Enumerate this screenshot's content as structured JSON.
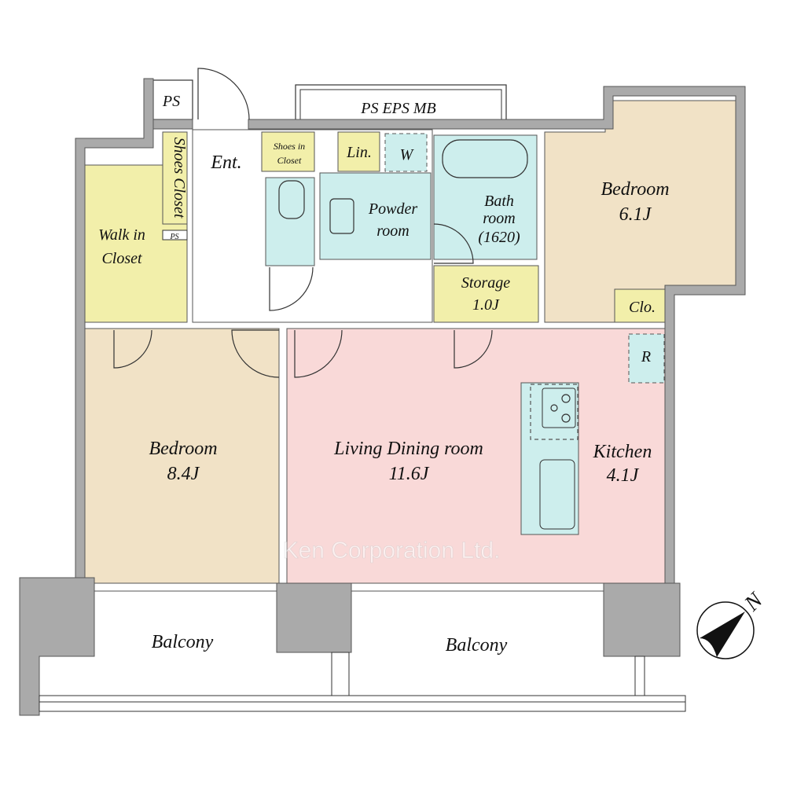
{
  "title": "Floor plan",
  "colors": {
    "bedroom": "#f1e2c6",
    "living": "#f9d9d8",
    "closet": "#f2efaa",
    "wet": "#cdeeed",
    "wall": "#aaaaaa"
  },
  "rooms": {
    "ps_top": "PS",
    "ps_eps_mb": "PS EPS MB",
    "shoes_closet": "Shoes Closet",
    "entrance": "Ent.",
    "shoes_in_closet_1": "Shoes in",
    "shoes_in_closet_2": "Closet",
    "linen": "Lin.",
    "washer": "W",
    "powder_1": "Powder",
    "powder_2": "room",
    "bath_1": "Bath",
    "bath_2": "room",
    "bath_3": "(1620)",
    "walk_in_1": "Walk in",
    "walk_in_2": "Closet",
    "ps_small": "PS",
    "storage_name": "Storage",
    "storage_size": "1.0J",
    "bedroom_ne_name": "Bedroom",
    "bedroom_ne_size": "6.1J",
    "closet_small": "Clo.",
    "fridge": "R",
    "bedroom_sw_name": "Bedroom",
    "bedroom_sw_size": "8.4J",
    "ldk_name": "Living Dining room",
    "ldk_size": "11.6J",
    "kitchen_name": "Kitchen",
    "kitchen_size": "4.1J",
    "balcony_left": "Balcony",
    "balcony_right": "Balcony"
  },
  "watermark": "Ken Corporation Ltd.",
  "compass": {
    "label": "N",
    "icon": "north-arrow-icon"
  }
}
